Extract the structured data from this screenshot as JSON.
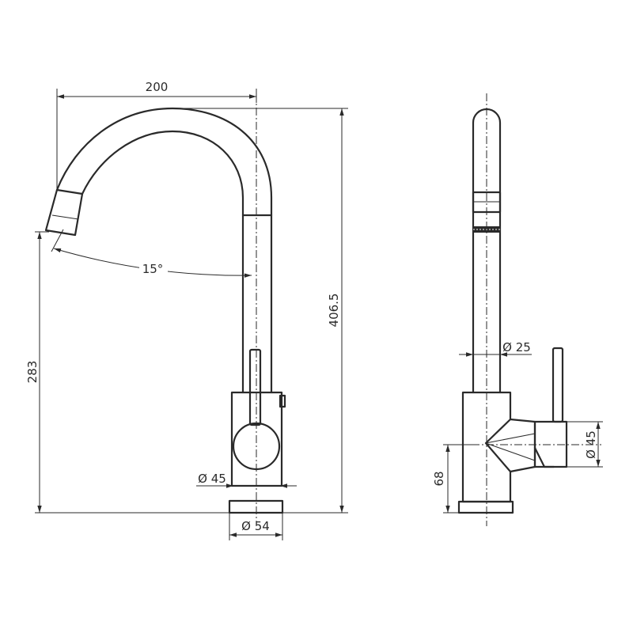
{
  "dimensions": {
    "spout_reach": "200",
    "total_height": "406.5",
    "outlet_height": "283",
    "spout_angle": "15°",
    "handle_diameter": "Ø 45",
    "base_diameter": "Ø 54",
    "spout_tube_diameter": "Ø 25",
    "side_handle_diameter": "Ø 45",
    "side_base_height": "68"
  }
}
